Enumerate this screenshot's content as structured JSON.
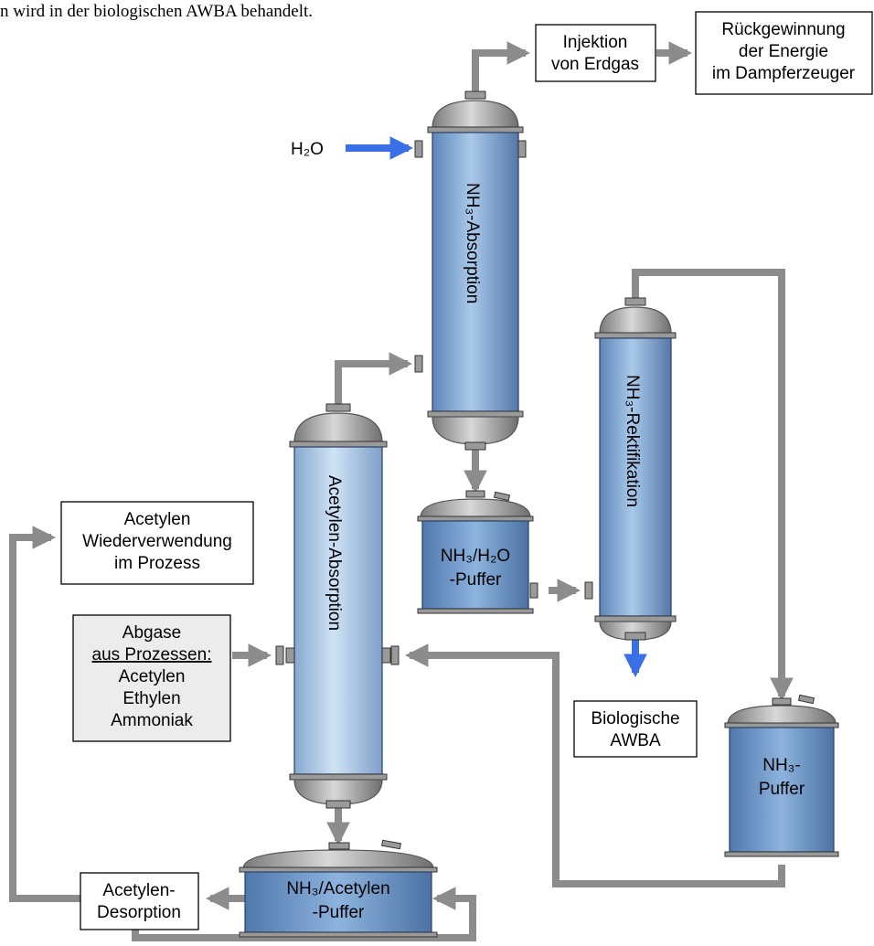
{
  "header_fragment": "n wird in der biologischen AWBA behandelt.",
  "columns": {
    "nh3_absorption": "NH₃-Absorption",
    "acetylen_absorption": "Acetylen-Absorption",
    "nh3_rektifikation": "NH₃-Rektifikation"
  },
  "tanks": {
    "nh3_h2o_puffer": [
      "NH₃/H₂O",
      "-Puffer"
    ],
    "nh3_puffer": [
      "NH₃-",
      "Puffer"
    ],
    "nh3_acetylen_puffer": [
      "NH₃/Acetylen",
      "-Puffer"
    ]
  },
  "boxes": {
    "injektion": [
      "Injektion",
      "von Erdgas"
    ],
    "rueckgewinnung": [
      "Rückgewinnung",
      "der Energie",
      "im Dampferzeuger"
    ],
    "acetylen_wieder": [
      "Acetylen",
      "Wiederverwendung",
      "im Prozess"
    ],
    "abgase": [
      "Abgase",
      "aus Prozessen:",
      "Acetylen",
      "Ethylen",
      "Ammoniak"
    ],
    "biologische": [
      "Biologische",
      "AWBA"
    ],
    "acetylen_desorption": [
      "Acetylen-",
      "Desorption"
    ]
  },
  "inputs": {
    "h2o": "H₂O"
  },
  "colors": {
    "pipe": "#8c8c8c",
    "water": "#3b6fe8",
    "vessel": "#7aa6d6"
  }
}
